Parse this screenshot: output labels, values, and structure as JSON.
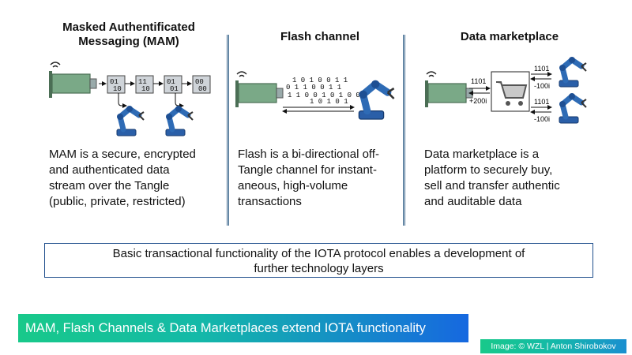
{
  "columns": {
    "mam": {
      "title_line1": "Masked Authentificated",
      "title_line2": "Messaging (MAM)",
      "desc_lines": [
        "MAM is a secure, encrypted",
        "and authenticated data",
        "stream over the Tangle",
        "(public, private, restricted)"
      ],
      "blocks": [
        [
          "01",
          "10"
        ],
        [
          "11",
          "10"
        ],
        [
          "01",
          "01"
        ],
        [
          "00",
          "00"
        ]
      ]
    },
    "flash": {
      "title": "Flash channel",
      "desc_lines": [
        "Flash is a bi-directional off-",
        "Tangle channel for instant-",
        "aneous, high-volume",
        "transactions"
      ],
      "bits_row1": "1 0 1 0 0 1 1",
      "bits_row2": "0 1 1 0 0 1 1",
      "bits_row3": "1 1 0 0 1 0 1 0 0",
      "bits_row4": "1 0 1 0 1"
    },
    "market": {
      "title": "Data marketplace",
      "desc_lines": [
        "Data marketplace is a",
        "platform to securely buy,",
        "sell and transfer authentic",
        "and auditable data"
      ],
      "left_top": "1101",
      "left_bottom": "+200i",
      "right_top_a": "1101",
      "right_top_b": "-100i",
      "right_bot_a": "1101",
      "right_bot_b": "-100i"
    }
  },
  "footer_box": {
    "line1": "Basic transactional functionality of the IOTA protocol enables a development of",
    "line2": "further technology layers"
  },
  "banner": "MAM, Flash Channels & Data Marketplaces extend IOTA functionality",
  "credit": "Image: © WZL | Anton Shirobokov",
  "colors": {
    "sensor_green": "#6f9d7a",
    "robot_blue": "#2e6bb5",
    "divider_blue": "#2f5d86",
    "box_border": "#1f4e8c"
  },
  "icons": [
    "sensor-icon",
    "robot-arm-icon",
    "shopping-cart-icon",
    "antenna-icon"
  ]
}
